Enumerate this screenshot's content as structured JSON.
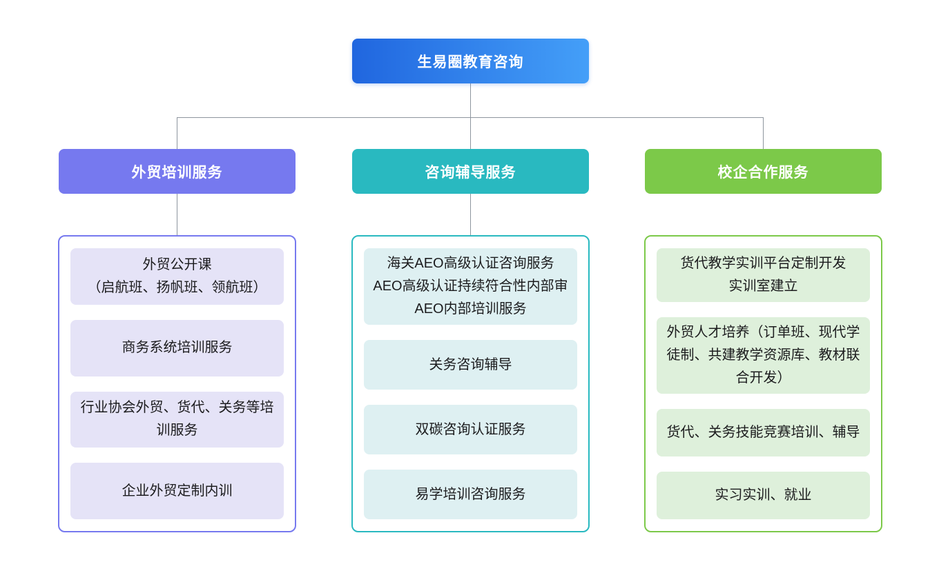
{
  "root": {
    "label": "生易圈教育咨询"
  },
  "colors": {
    "root_gradient_start": "#2066df",
    "root_gradient_end": "#449ff8",
    "branch1": "#7679ef",
    "branch1_light": "#e5e3f7",
    "branch2": "#29b9c0",
    "bran2_note": "",
    "branch2_light": "#def0f2",
    "branch3": "#7cc949",
    "branch3_light": "#def0db",
    "connector": "#8d959e"
  },
  "branches": [
    {
      "label": "外贸培训服务",
      "items": [
        {
          "lines": [
            "外贸公开课",
            "（启航班、扬帆班、领航班）"
          ]
        },
        {
          "lines": [
            "商务系统培训服务"
          ]
        },
        {
          "lines": [
            "行业协会外贸、货代、关务等培训服务"
          ]
        },
        {
          "lines": [
            "企业外贸定制内训"
          ]
        }
      ]
    },
    {
      "label": "咨询辅导服务",
      "items": [
        {
          "lines": [
            "海关AEO高级认证咨询服务",
            "AEO高级认证持续符合性内部审",
            "AEO内部培训服务"
          ]
        },
        {
          "lines": [
            "关务咨询辅导"
          ]
        },
        {
          "lines": [
            "双碳咨询认证服务"
          ]
        },
        {
          "lines": [
            "易学培训咨询服务"
          ]
        }
      ]
    },
    {
      "label": "校企合作服务",
      "items": [
        {
          "lines": [
            "货代教学实训平台定制开发",
            "实训室建立"
          ]
        },
        {
          "lines": [
            "外贸人才培养（订单班、现代学徒制、共建教学资源库、教材联合开发）"
          ]
        },
        {
          "lines": [
            "货代、关务技能竞赛培训、辅导"
          ]
        },
        {
          "lines": [
            "实习实训、就业"
          ]
        }
      ]
    }
  ]
}
